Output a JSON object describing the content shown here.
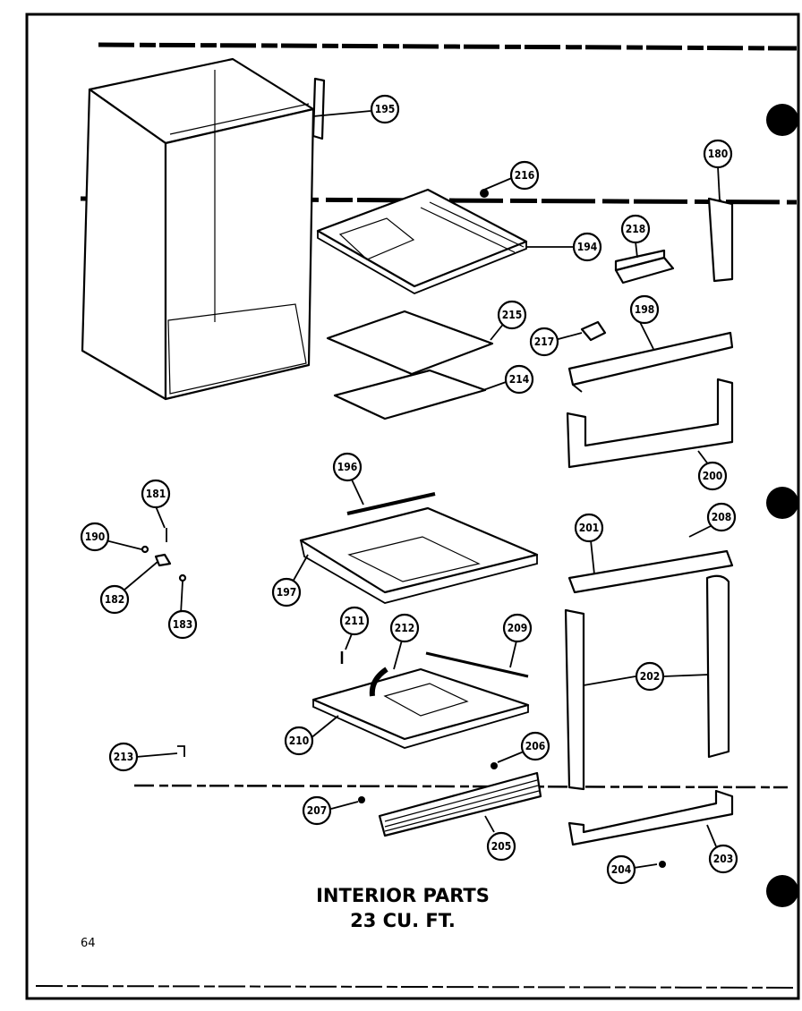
{
  "title_line1": "INTERIOR PARTS",
  "title_line2": "23 CU. FT.",
  "page_number": "64",
  "callouts": [
    "195",
    "180",
    "216",
    "194",
    "218",
    "215",
    "198",
    "217",
    "214",
    "200",
    "196",
    "181",
    "190",
    "182",
    "183",
    "197",
    "201",
    "208",
    "211",
    "212",
    "209",
    "202",
    "210",
    "213",
    "206",
    "207",
    "205",
    "204",
    "203"
  ]
}
